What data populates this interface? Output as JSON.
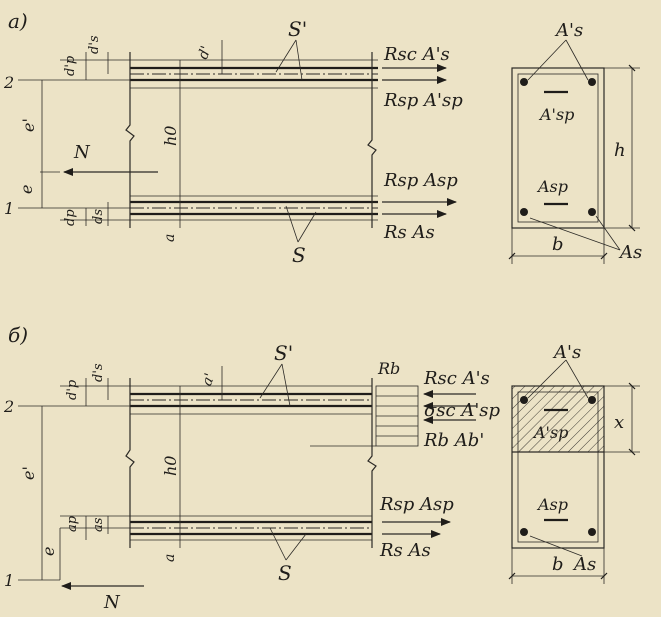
{
  "diagram": {
    "panel_a": {
      "label": "а)",
      "levels": [
        "2",
        "1"
      ],
      "dims_left": [
        "d'p",
        "d's",
        "e'",
        "e",
        "dp",
        "ds"
      ],
      "dims_inner": [
        "d'",
        "h0",
        "a"
      ],
      "bar_labels": [
        "S'",
        "S"
      ],
      "forces": [
        "Rsc A's",
        "Rsp A'sp",
        "Rsp Asp",
        "Rs As"
      ],
      "axial_force": "N",
      "section": {
        "top_steel": "A's",
        "top_prestress": "A'sp",
        "bottom_prestress": "Asp",
        "bottom_steel": "As",
        "height": "h",
        "width": "b"
      }
    },
    "panel_b": {
      "label": "б)",
      "levels": [
        "2",
        "1"
      ],
      "dims_left": [
        "d'p",
        "d's",
        "e'",
        "e",
        "ap",
        "as"
      ],
      "dims_inner": [
        "a'",
        "h0",
        "a"
      ],
      "bar_labels": [
        "S'",
        "S"
      ],
      "forces": [
        "Rb",
        "Rsc A's",
        "σsc A'sp",
        "Rb Ab'",
        "Rsp Asp",
        "Rs As"
      ],
      "axial_force": "N",
      "section": {
        "top_steel": "A's",
        "top_prestress": "A'sp",
        "bottom_prestress": "Asp",
        "bottom_steel": "As",
        "compression_depth": "x",
        "width": "b"
      }
    }
  }
}
